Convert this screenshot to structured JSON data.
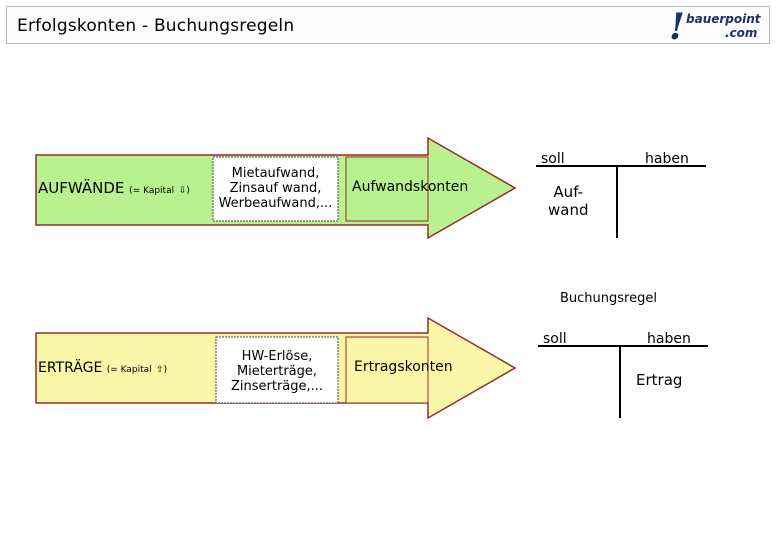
{
  "header": {
    "title": "Erfolgskonten - Buchungsregeln",
    "logo": {
      "text_top": "bauerpoint",
      "text_bottom": ".com"
    }
  },
  "expenses": {
    "label": "AUFWÄNDE",
    "capital_note": "(= Kapital",
    "capital_arrow": "⇩)",
    "examples": [
      "Mietaufwand,",
      "Zinsauf wand,",
      "Werbeaufwand,..."
    ],
    "account_type": "Aufwandskonten",
    "t_account": {
      "debit": "soll",
      "credit": "haben",
      "entry_line1": "Auf-",
      "entry_line2": "wand"
    }
  },
  "rule_label": "Buchungsregel",
  "revenues": {
    "label": "ERTRÄGE",
    "capital_note": "(= Kapital",
    "capital_arrow": "⇧)",
    "examples": [
      "HW-Erlöse,",
      "Mieterträge,",
      "Zinserträge,..."
    ],
    "account_type": "Ertragskonten",
    "t_account": {
      "debit": "soll",
      "credit": "haben",
      "entry": "Ertrag"
    }
  },
  "colors": {
    "expense_fill": "#b7f28f",
    "revenue_fill": "#fbf7a8",
    "arrow_stroke": "#9b2a2a"
  }
}
